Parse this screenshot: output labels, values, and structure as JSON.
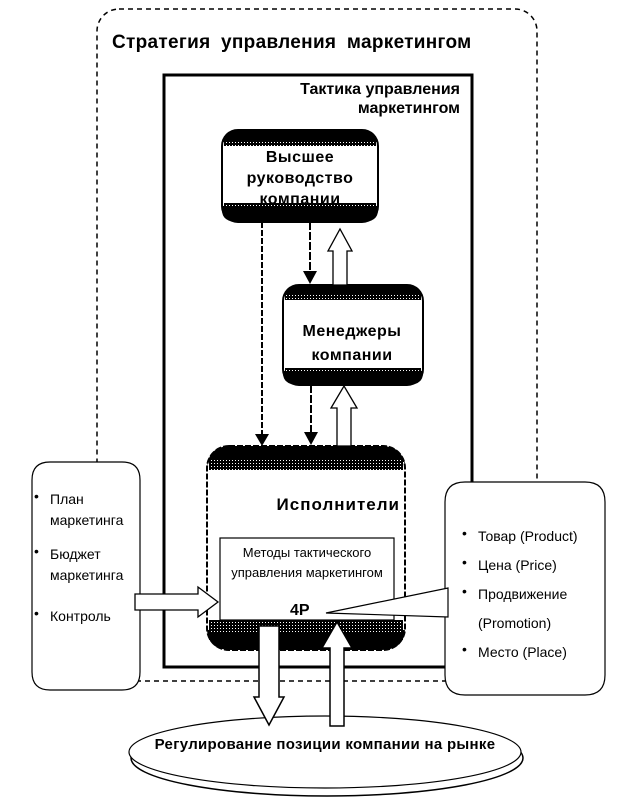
{
  "diagram": {
    "strategy_title": "Стратегия управления маркетингом",
    "tactics_title": "Тактика управления маркетингом",
    "nodes": {
      "top_management": "Высшее руководство компании",
      "managers": "Менеджеры компании",
      "executors": "Исполнители",
      "methods": "Методы тактического управления маркетингом",
      "four_p": "4P",
      "market_position": "Регулирование позиции компании на рынке"
    },
    "left_inputs": [
      {
        "label": "План маркетинга"
      },
      {
        "label": "Бюджет маркетинга"
      },
      {
        "label": "Контроль"
      }
    ],
    "four_p_items": [
      {
        "label": "Товар (Product)",
        "bullet": true
      },
      {
        "label": "Цена (Price)",
        "bullet": true
      },
      {
        "label": "Продвижение",
        "bullet": true
      },
      {
        "label": "(Promotion)",
        "bullet": false
      },
      {
        "label": "Место (Place)",
        "bullet": true
      }
    ],
    "colors": {
      "ink": "#000000",
      "background": "#ffffff",
      "shade": "#222222"
    }
  }
}
